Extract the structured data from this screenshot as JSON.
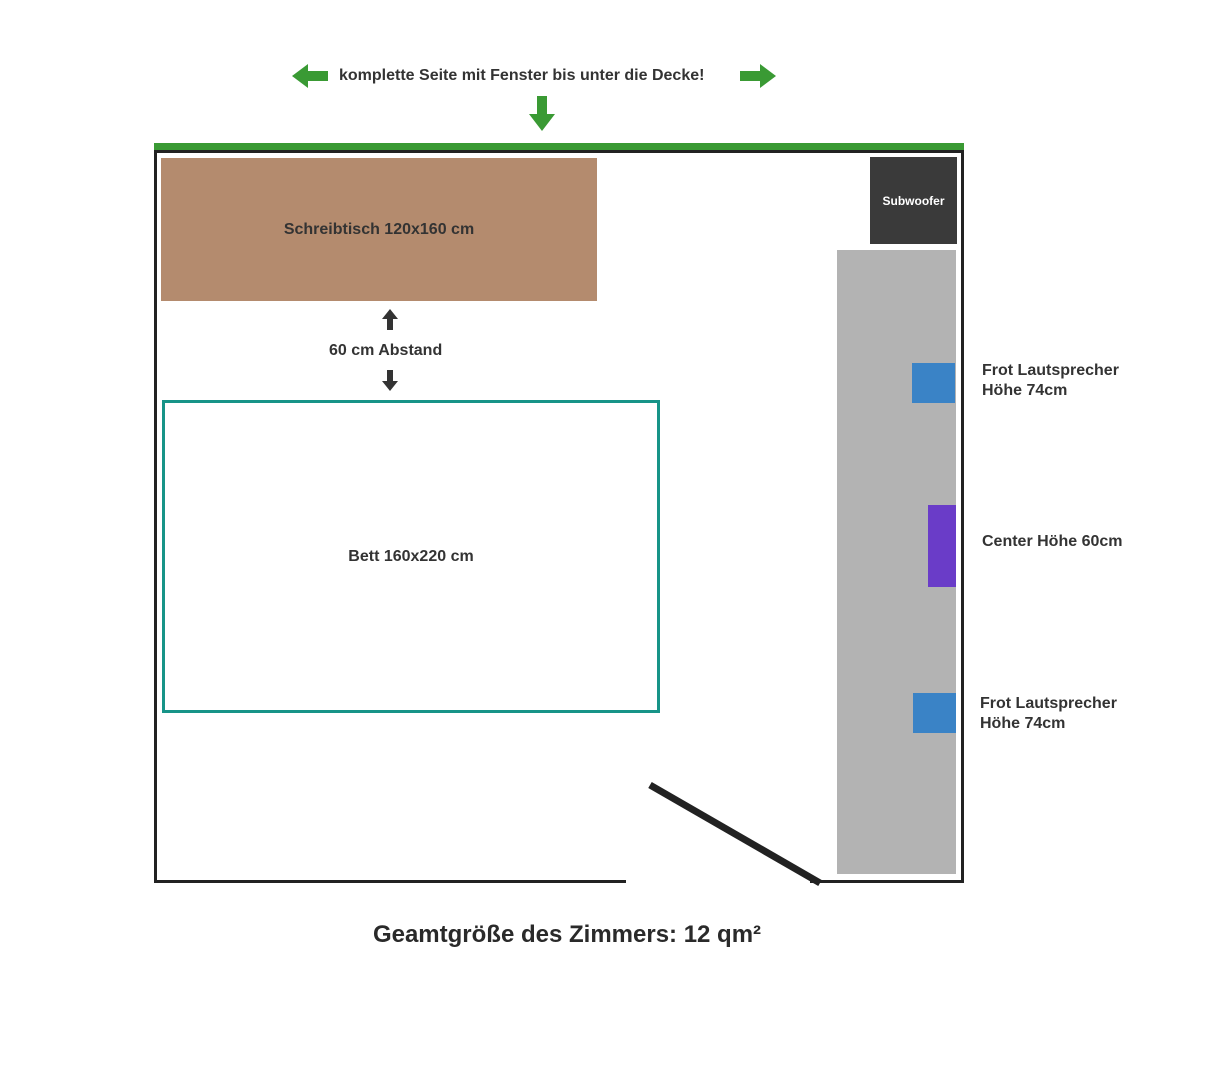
{
  "colors": {
    "wall": "#222222",
    "window": "#3a9a34",
    "arrow_green": "#3a9a34",
    "arrow_dark": "#333333",
    "desk": "#b48b6e",
    "bed_border": "#179488",
    "subwoofer": "#3a3a3a",
    "sideboard": "#b3b3b3",
    "front_speaker": "#3a83c6",
    "center_speaker": "#6a3cc8"
  },
  "window_note": "komplette Seite mit Fenster bis unter die Decke!",
  "desk": {
    "label": "Schreibtisch 120x160 cm"
  },
  "distance": {
    "label": "60 cm Abstand"
  },
  "bed": {
    "label": "Bett 160x220 cm"
  },
  "subwoofer": {
    "label": "Subwoofer"
  },
  "front_speaker_top": {
    "line1": "Frot Lautsprecher",
    "line2": "Höhe 74cm"
  },
  "center_speaker": {
    "label": "Center Höhe 60cm"
  },
  "front_speaker_bottom": {
    "line1": "Frot Lautsprecher",
    "line2": "Höhe 74cm"
  },
  "icons": {
    "left": "arrow-left-icon",
    "right": "arrow-right-icon",
    "down": "arrow-down-icon",
    "up": "arrow-up-icon"
  },
  "total_size": "Geamtgröße des Zimmers: 12 qm²"
}
